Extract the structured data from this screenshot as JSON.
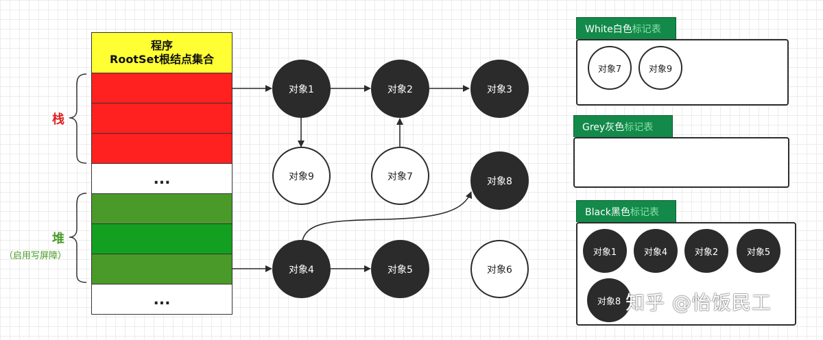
{
  "root": {
    "line1": "程序",
    "line2": "RootSet根结点集合"
  },
  "column": {
    "ellipsis_top": "...",
    "ellipsis_bottom": "..."
  },
  "labels": {
    "stack": "栈",
    "heap": "堆",
    "heap_note": "（启用写屏障）"
  },
  "nodes": {
    "n1": "对象1",
    "n2": "对象2",
    "n3": "对象3",
    "n9": "对象9",
    "n7": "对象7",
    "n8": "对象8",
    "n4": "对象4",
    "n5": "对象5",
    "n6": "对象6"
  },
  "panels": {
    "white": {
      "title_prefix": "White白色",
      "title_suffix": "标记表",
      "items": [
        "对象7",
        "对象9"
      ]
    },
    "grey": {
      "title_prefix": "Grey灰色",
      "title_suffix": "标记表",
      "items": []
    },
    "black": {
      "title_prefix": "Black黑色",
      "title_suffix": "标记表",
      "items": [
        "对象1",
        "对象4",
        "对象2",
        "对象5",
        "对象8"
      ]
    }
  },
  "watermark": "知乎 @怡饭民工",
  "colors": {
    "root_header": "#ffff33",
    "stack_cell": "#ff2020",
    "heap_cell_a": "#4a9a2a",
    "heap_cell_b": "#13a020",
    "stack_label": "#e02020",
    "heap_label": "#4a9a2a",
    "black_node": "#2b2b2b",
    "panel_tab": "#138a4a"
  }
}
